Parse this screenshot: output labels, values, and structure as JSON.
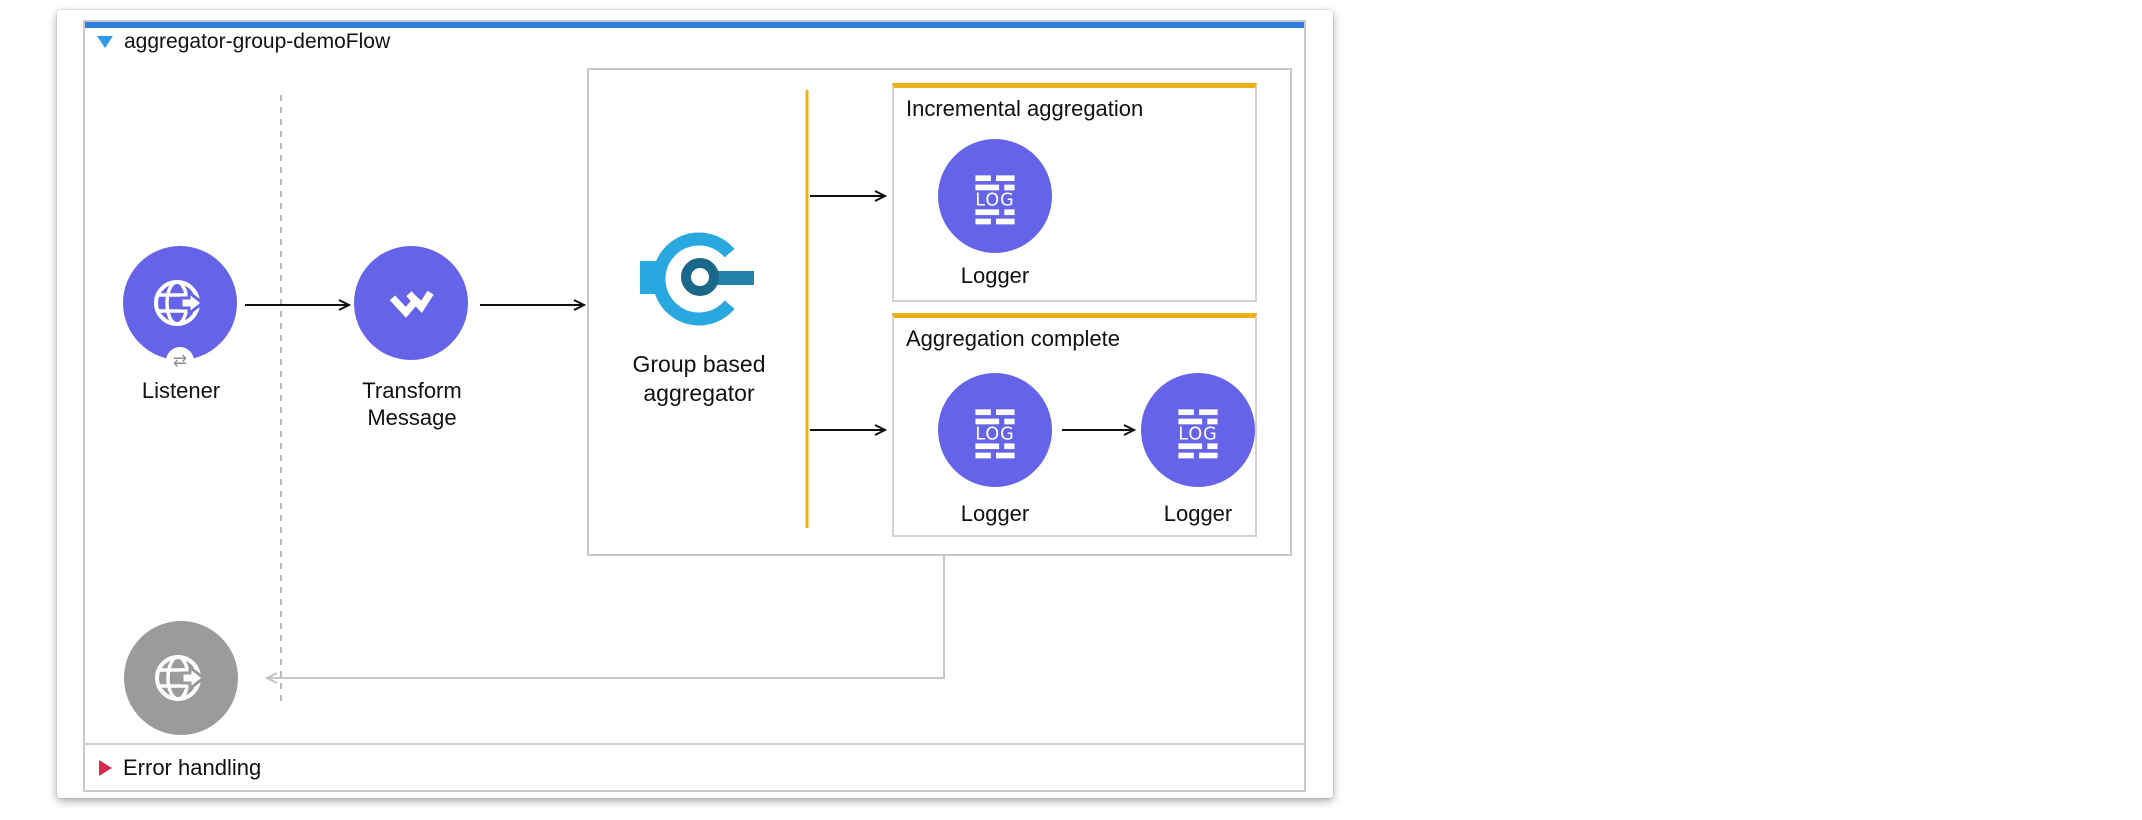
{
  "flow": {
    "title": "aggregator-group-demoFlow",
    "collapse_icon": "blue-triangle-down-icon",
    "error_handling": {
      "label": "Error handling",
      "collapse_icon": "red-triangle-right-icon"
    }
  },
  "nodes": {
    "listener": {
      "label": "Listener",
      "icon": "http-globe-arrow-icon",
      "badge_glyph": "⇄",
      "color": "#6563e7"
    },
    "transform_message": {
      "label": "Transform Message",
      "icon": "dataweave-icon",
      "color": "#6563e7"
    },
    "group_aggregator": {
      "label": "Group based aggregator",
      "icon": "aggregator-target-icon",
      "colors": {
        "outer_ring": "#29a8e0",
        "inner_ring": "#19688a",
        "bar": "#2581ab"
      }
    },
    "logger_incremental": {
      "label": "Logger",
      "icon": "log-icon",
      "icon_text": "LOG",
      "color": "#6563e7"
    },
    "logger_complete_a": {
      "label": "Logger",
      "icon": "log-icon",
      "icon_text": "LOG",
      "color": "#6563e7"
    },
    "logger_complete_b": {
      "label": "Logger",
      "icon": "log-icon",
      "icon_text": "LOG",
      "color": "#6563e7"
    },
    "ghost_listener": {
      "icon": "http-globe-arrow-icon",
      "color": "#9b9b9b"
    }
  },
  "branches": {
    "incremental": {
      "title": "Incremental aggregation",
      "accent_color": "#eeb111"
    },
    "complete": {
      "title": "Aggregation complete",
      "accent_color": "#eeb111"
    }
  },
  "colors": {
    "flow_top_bar": "#2d7de3",
    "route_rail": "#eeb111",
    "connector": "#111111",
    "return_connector": "#c8c8c8",
    "container_border": "#c9c9c9"
  }
}
